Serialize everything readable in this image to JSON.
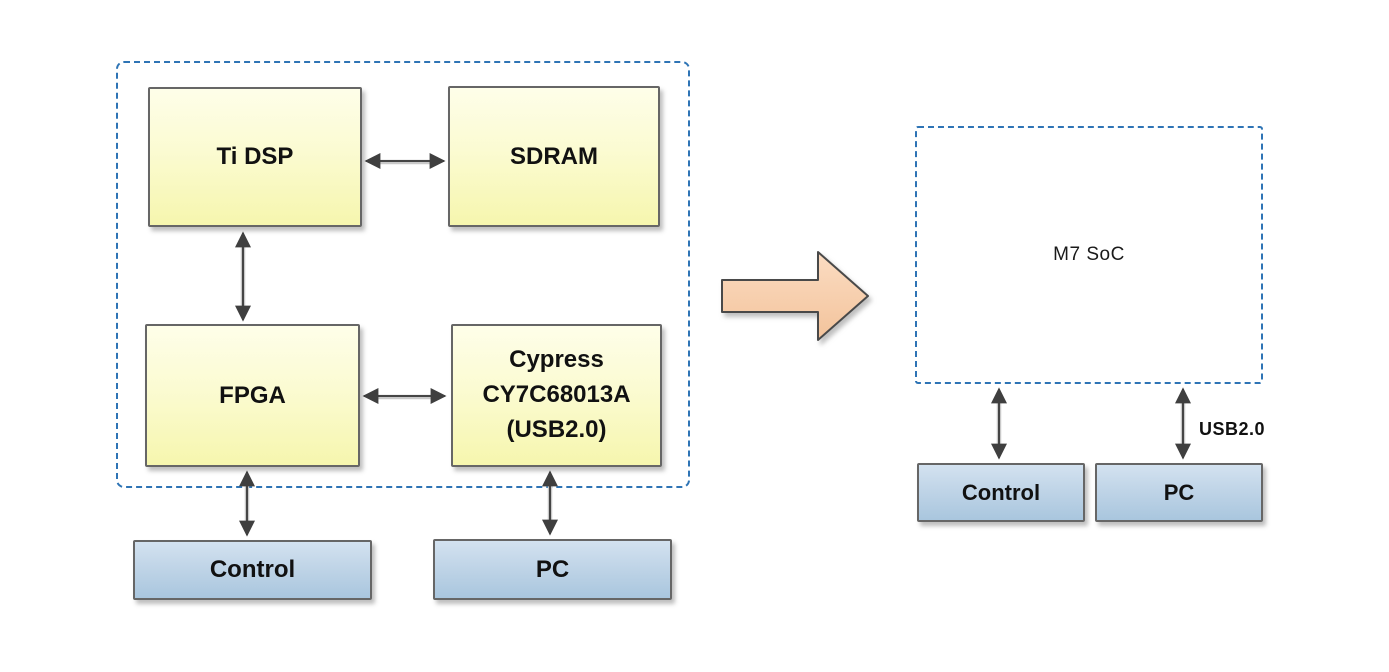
{
  "left_diagram": {
    "ti_dsp": "Ti DSP",
    "sdram": "SDRAM",
    "fpga": "FPGA",
    "cypress": "Cypress\nCY7C68013A\n(USB2.0)",
    "control": "Control",
    "pc": "PC"
  },
  "right_diagram": {
    "soc": "M7 SoC",
    "control": "Control",
    "pc": "PC",
    "usb": "USB2.0"
  },
  "colors": {
    "module_fill_top": "#FEFEE9",
    "module_fill_bottom": "#F6F6AE",
    "module_border": "#666666",
    "external_fill_top": "#D3E2F0",
    "external_fill_bottom": "#A9C6DE",
    "dashed_border": "#2E74B5",
    "arrow": "#454545",
    "transition_arrow_fill": "#F8CBAD"
  }
}
